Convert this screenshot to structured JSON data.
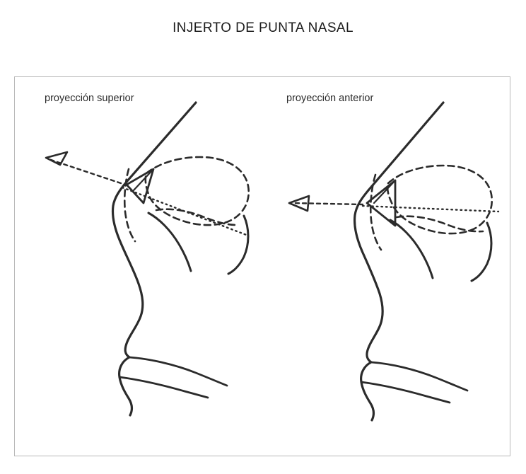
{
  "document": {
    "title": "INJERTO DE PUNTA NASAL",
    "background_color": "#ffffff",
    "ink_color": "#2b2b2b",
    "frame_border_color": "#b9b9b9"
  },
  "figure": {
    "panels": [
      {
        "id": "left",
        "label": "proyección superior",
        "arrow_direction": "up-left",
        "arrow_style": "dashed",
        "arrowhead": "open-triangle",
        "graft_shape": "narrow-wedge",
        "graft_orientation": "tilted-up",
        "cartilage_outline_style": "dashed",
        "axis_line_style": "fine-dotted",
        "axis_direction": "diagonal-down-right"
      },
      {
        "id": "right",
        "label": "proyección anterior",
        "arrow_direction": "left",
        "arrow_style": "dashed",
        "arrowhead": "open-triangle",
        "graft_shape": "wide-triangle",
        "graft_orientation": "horizontal",
        "cartilage_outline_style": "dashed",
        "axis_line_style": "fine-dotted",
        "axis_direction": "horizontal"
      }
    ]
  }
}
